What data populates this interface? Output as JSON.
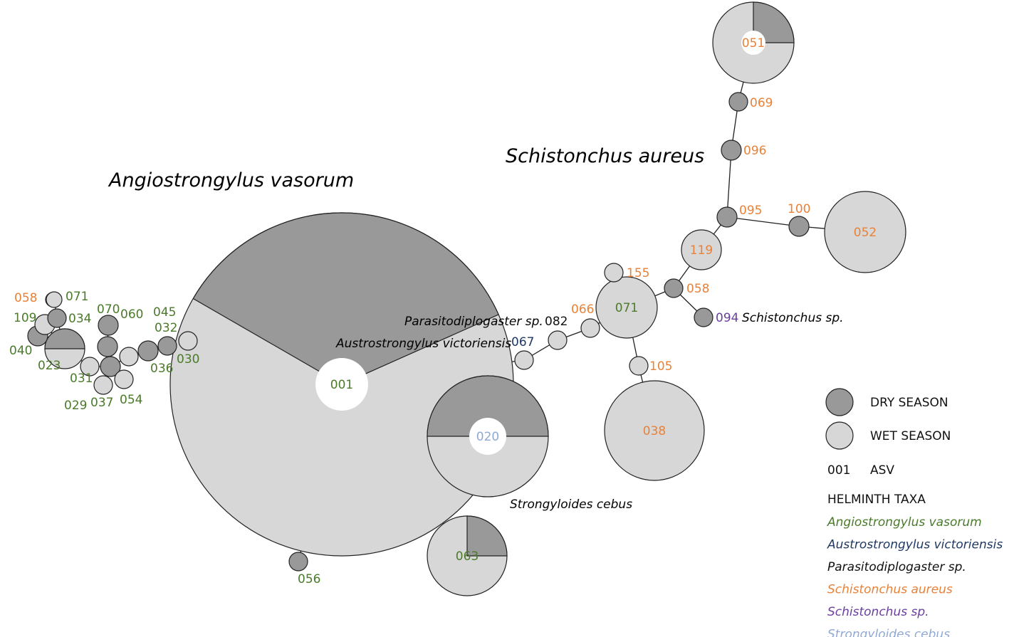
{
  "colors": {
    "dry": "#999999",
    "wet": "#d7d7d7",
    "stroke": "#222222",
    "angio": "#4a7a2a",
    "austro": "#1f3864",
    "parasito": "#111111",
    "schiston_aureus": "#e8823a",
    "schiston_sp": "#6b3fa0",
    "strongyloides": "#8fa9d4"
  },
  "taxa_titles": {
    "angio": "Angiostrongylus vasorum",
    "schiston_aureus": "Schistonchus aureus",
    "parasito": "Parasitodiplogaster sp.",
    "austro": "Austrostrongylus victoriensis",
    "schiston_sp": "Schistonchus sp.",
    "strongyloides": "Strongyloides cebus"
  },
  "nodes": [
    {
      "id": "001",
      "taxon": "angio",
      "dry_fraction": 0.35
    },
    {
      "id": "020",
      "taxon": "strongyloides",
      "dry_fraction": 0.5
    },
    {
      "id": "063",
      "taxon": "angio",
      "dry_fraction": 0.25
    },
    {
      "id": "056",
      "taxon": "angio",
      "dry_fraction": 1
    },
    {
      "id": "023",
      "taxon": "angio",
      "dry_fraction": 0.5
    },
    {
      "id": "040",
      "taxon": "angio",
      "dry_fraction": 1
    },
    {
      "id": "109",
      "taxon": "angio",
      "dry_fraction": 0
    },
    {
      "id": "058a",
      "label": "058",
      "taxon": "schiston_aureus",
      "dry_fraction": 0
    },
    {
      "id": "071a",
      "label": "071",
      "taxon": "angio",
      "dry_fraction": 0
    },
    {
      "id": "034",
      "taxon": "angio",
      "dry_fraction": 1
    },
    {
      "id": "070",
      "taxon": "angio",
      "dry_fraction": 1
    },
    {
      "id": "060",
      "taxon": "angio",
      "dry_fraction": 1
    },
    {
      "id": "045",
      "taxon": "angio",
      "dry_fraction": 0
    },
    {
      "id": "031",
      "taxon": "angio",
      "dry_fraction": 0
    },
    {
      "id": "029",
      "taxon": "angio",
      "dry_fraction": 1
    },
    {
      "id": "037",
      "taxon": "angio",
      "dry_fraction": 0
    },
    {
      "id": "054",
      "taxon": "angio",
      "dry_fraction": 0
    },
    {
      "id": "036",
      "taxon": "angio",
      "dry_fraction": 1
    },
    {
      "id": "032",
      "taxon": "angio",
      "dry_fraction": 1
    },
    {
      "id": "030",
      "taxon": "angio",
      "dry_fraction": 0
    },
    {
      "id": "067",
      "taxon": "austro",
      "dry_fraction": 0
    },
    {
      "id": "082",
      "taxon": "parasito",
      "dry_fraction": 0
    },
    {
      "id": "066",
      "taxon": "schiston_aureus",
      "dry_fraction": 0
    },
    {
      "id": "071",
      "taxon": "angio",
      "dry_fraction": 0
    },
    {
      "id": "155",
      "taxon": "schiston_aureus",
      "dry_fraction": 0
    },
    {
      "id": "058",
      "taxon": "schiston_aureus",
      "dry_fraction": 1
    },
    {
      "id": "094",
      "taxon": "schiston_sp",
      "dry_fraction": 1
    },
    {
      "id": "105",
      "taxon": "schiston_aureus",
      "dry_fraction": 0
    },
    {
      "id": "038",
      "taxon": "schiston_aureus",
      "dry_fraction": 0
    },
    {
      "id": "119",
      "taxon": "schiston_aureus",
      "dry_fraction": 0
    },
    {
      "id": "095",
      "taxon": "schiston_aureus",
      "dry_fraction": 1
    },
    {
      "id": "100",
      "taxon": "schiston_aureus",
      "dry_fraction": 1
    },
    {
      "id": "052",
      "taxon": "schiston_aureus",
      "dry_fraction": 0
    },
    {
      "id": "096",
      "taxon": "schiston_aureus",
      "dry_fraction": 1
    },
    {
      "id": "069",
      "taxon": "schiston_aureus",
      "dry_fraction": 1
    },
    {
      "id": "051",
      "taxon": "schiston_aureus",
      "dry_fraction": 0.25
    }
  ],
  "edges": [
    [
      "001",
      "030"
    ],
    [
      "030",
      "032"
    ],
    [
      "032",
      "036"
    ],
    [
      "036",
      "045"
    ],
    [
      "045",
      "029"
    ],
    [
      "029",
      "060"
    ],
    [
      "060",
      "070"
    ],
    [
      "029",
      "031"
    ],
    [
      "029",
      "037"
    ],
    [
      "029",
      "054"
    ],
    [
      "031",
      "023"
    ],
    [
      "023",
      "034"
    ],
    [
      "034",
      "071a"
    ],
    [
      "071a",
      "058a"
    ],
    [
      "023",
      "109"
    ],
    [
      "109",
      "040"
    ],
    [
      "001",
      "020"
    ],
    [
      "001",
      "063"
    ],
    [
      "001",
      "056"
    ],
    [
      "001",
      "067"
    ],
    [
      "067",
      "082"
    ],
    [
      "082",
      "066"
    ],
    [
      "066",
      "071"
    ],
    [
      "071",
      "155"
    ],
    [
      "071",
      "058"
    ],
    [
      "071",
      "105"
    ],
    [
      "105",
      "038"
    ],
    [
      "058",
      "094"
    ],
    [
      "058",
      "119"
    ],
    [
      "119",
      "095"
    ],
    [
      "095",
      "100"
    ],
    [
      "100",
      "052"
    ],
    [
      "095",
      "096"
    ],
    [
      "096",
      "069"
    ],
    [
      "069",
      "051"
    ]
  ],
  "legend": {
    "dry_label": "DRY SEASON",
    "wet_label": "WET SEASON",
    "asv_code": "001",
    "asv_label": "ASV",
    "taxa_heading": "HELMINTH TAXA",
    "taxa": [
      {
        "key": "angio",
        "name": "Angiostrongylus vasorum"
      },
      {
        "key": "austro",
        "name": "Austrostrongylus victoriensis"
      },
      {
        "key": "parasito",
        "name": "Parasitodiplogaster sp."
      },
      {
        "key": "schiston_aureus",
        "name": "Schistonchus aureus"
      },
      {
        "key": "schiston_sp",
        "name": "Schistonchus sp."
      },
      {
        "key": "strongyloides",
        "name": "Strongyloides cebus"
      }
    ]
  }
}
